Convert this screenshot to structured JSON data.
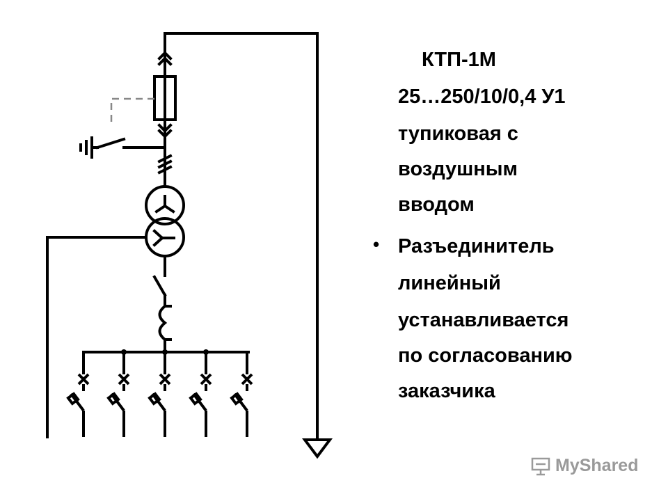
{
  "title_lines": [
    "КТП-1М",
    "25…250/10/0,4 У1",
    "тупиковая с",
    "воздушным",
    "вводом"
  ],
  "bullet_lines": [
    "Разъединитель",
    "линейный",
    "устанавливается",
    "по согласованию",
    "заказчика"
  ],
  "bullet_symbol": "•",
  "watermark": {
    "text": "MyShared",
    "icon": "presentation-board-icon",
    "color": "#9a9a9a"
  },
  "colors": {
    "line": "#000000",
    "dashed": "#888888"
  }
}
